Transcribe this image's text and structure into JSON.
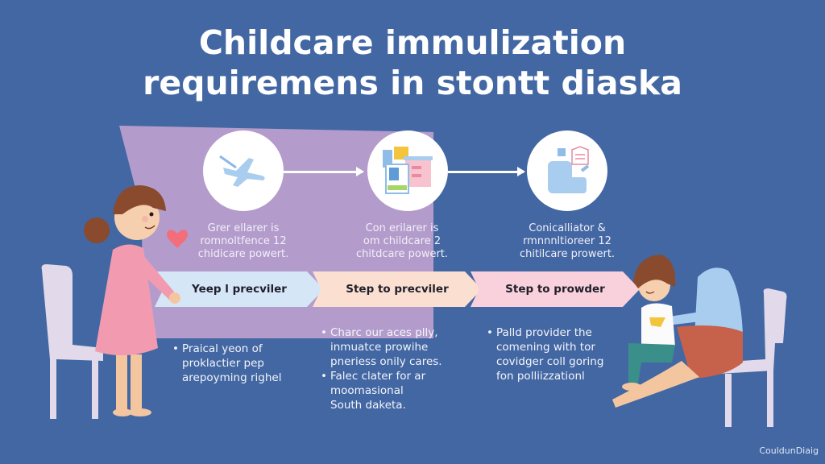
{
  "title": {
    "line1": "Childcare immulization",
    "line2": "requiremens in stontt diaska"
  },
  "steps": [
    {
      "icon": "airplane-icon",
      "description": [
        "Grer ellarer is",
        "romnoltfence 12",
        "chidicare powert."
      ],
      "label": "Yeep l precviler",
      "color": "#d5e6f7",
      "bullets": [
        [
          "Praical yeon of",
          "proklactier pep",
          "arepoyming righel"
        ]
      ]
    },
    {
      "icon": "documents-icon",
      "description": [
        "Con erilarer is",
        "om childcare 2",
        "chitdcare powert."
      ],
      "label": "Step to precviler",
      "color": "#fbe0d2",
      "bullets": [
        [
          "Charc our aces plly,",
          "inmuatce prowihe",
          "pneriess onily cares."
        ],
        [
          "Falec clater for ar",
          "moomasional",
          "South daketa."
        ]
      ]
    },
    {
      "icon": "clinician-form-icon",
      "description": [
        "Conicalliator &",
        "rmnnnltioreer 12",
        "chitilcare prowert."
      ],
      "label": "Step to prowder",
      "color": "#f9d1dc",
      "bullets": [
        [
          "Palld provider the",
          "comening with tor",
          "covidger coll goring",
          "fon polliizzationl"
        ]
      ]
    }
  ],
  "colors": {
    "background": "#4267a3",
    "panel": "#b39ccb",
    "heart": "#f26e7a"
  },
  "footer": "CouldunDiaig"
}
